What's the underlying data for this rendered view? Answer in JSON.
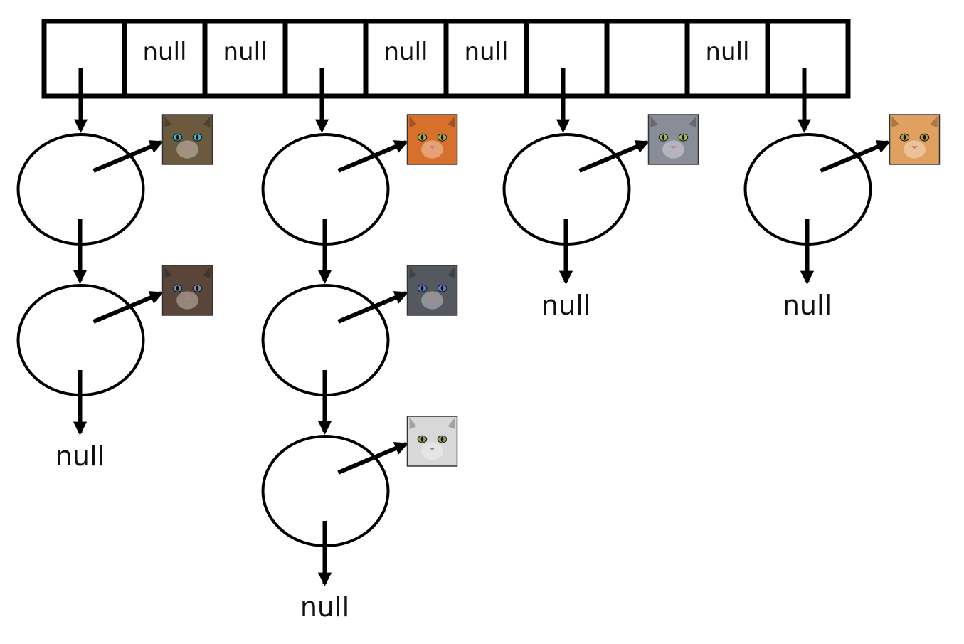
{
  "array": {
    "cells": [
      {
        "label": "",
        "has_pointer": true
      },
      {
        "label": "null",
        "has_pointer": false
      },
      {
        "label": "null",
        "has_pointer": false
      },
      {
        "label": "",
        "has_pointer": true
      },
      {
        "label": "null",
        "has_pointer": false
      },
      {
        "label": "null",
        "has_pointer": false
      },
      {
        "label": "",
        "has_pointer": true
      },
      {
        "label": "",
        "has_pointer": false
      },
      {
        "label": "null",
        "has_pointer": false
      },
      {
        "label": "",
        "has_pointer": true
      }
    ]
  },
  "chains": [
    {
      "cell_index": 0,
      "cats": [
        {
          "name": "tabby-cat-icon",
          "fur": "#6b5a3e",
          "eyes": "#3fb6c8"
        },
        {
          "name": "brown-white-cat-icon",
          "fur": "#5a4638",
          "eyes": "#7a8ca8"
        }
      ],
      "end_label": "null"
    },
    {
      "cell_index": 3,
      "cats": [
        {
          "name": "orange-cat-icon",
          "fur": "#d7702c",
          "eyes": "#9bb04a"
        },
        {
          "name": "gray-blue-cat-icon",
          "fur": "#55585f",
          "eyes": "#5a7ec8"
        },
        {
          "name": "white-gray-cat-icon",
          "fur": "#d8d8d8",
          "eyes": "#8aa05a"
        }
      ],
      "end_label": "null"
    },
    {
      "cell_index": 6,
      "cats": [
        {
          "name": "gray-cat-icon",
          "fur": "#8a8d98",
          "eyes": "#9ac05a"
        }
      ],
      "end_label": "null"
    },
    {
      "cell_index": 9,
      "cats": [
        {
          "name": "cream-orange-cat-icon",
          "fur": "#e0a060",
          "eyes": "#b89a40"
        }
      ],
      "end_label": "null"
    }
  ]
}
